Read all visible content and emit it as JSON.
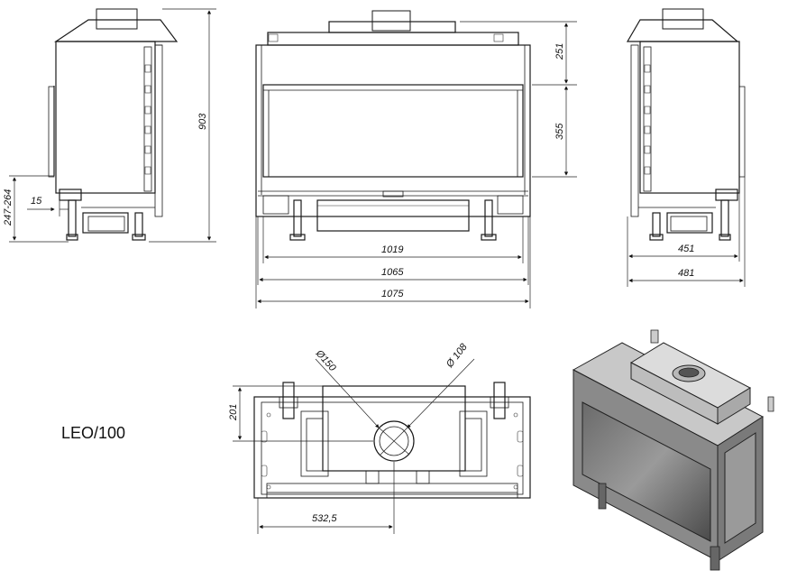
{
  "model": "LEO/100",
  "dimensions": {
    "side_height": "903",
    "side_adjust": "247-264",
    "side_offset": "15",
    "front_top": "251",
    "front_glass": "355",
    "front_w1": "1019",
    "front_w2": "1065",
    "front_w3": "1075",
    "right_d1": "451",
    "right_d2": "481",
    "top_depth": "201",
    "top_center": "532,5",
    "flue_outer": "Ø150",
    "flue_inner": "Ø 108"
  }
}
